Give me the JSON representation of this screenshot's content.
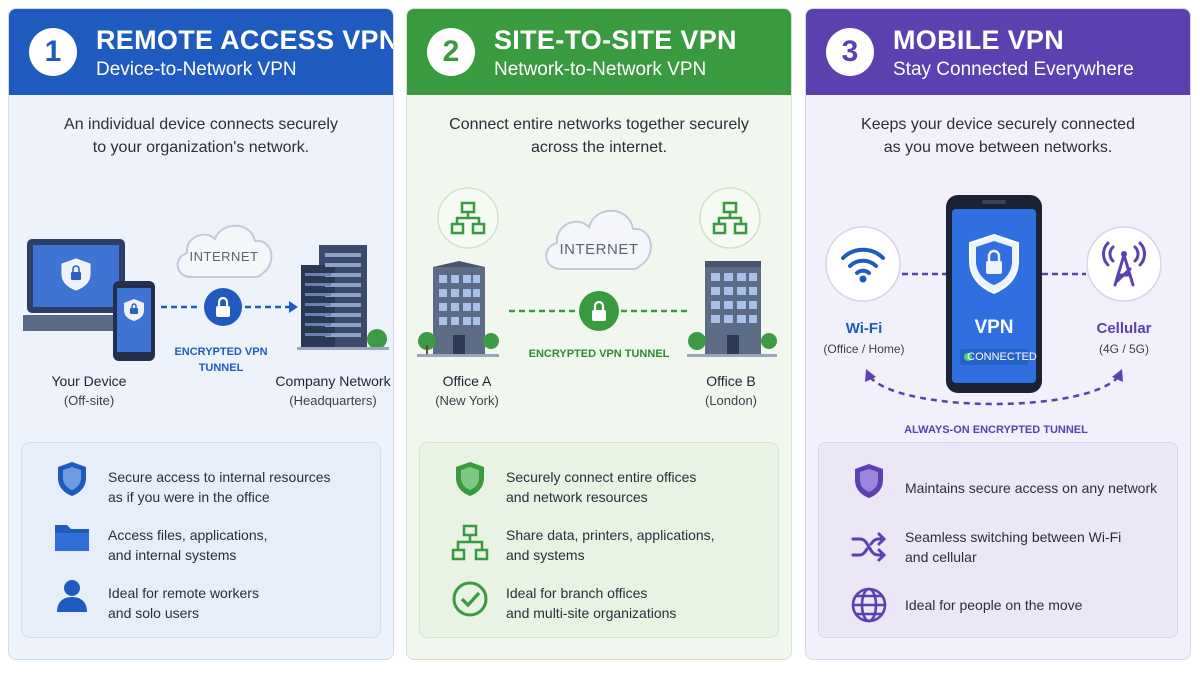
{
  "panels": [
    {
      "number": "1",
      "title": "REMOTE ACCESS VPN",
      "subtitle": "Device-to-Network VPN",
      "description": [
        "An individual device connects securely",
        "to your organization's network."
      ],
      "cloud_label": "INTERNET",
      "tunnel_label": [
        "ENCRYPTED VPN",
        "TUNNEL"
      ],
      "left_node": {
        "name": "Your Device",
        "detail": "(Off-site)"
      },
      "right_node": {
        "name": "Company Network",
        "detail": "(Headquarters)"
      },
      "features": [
        {
          "icon": "shield-icon",
          "lines": [
            "Secure access to internal resources",
            "as if you were in the office"
          ]
        },
        {
          "icon": "folder-icon",
          "lines": [
            "Access files, applications,",
            "and internal systems"
          ]
        },
        {
          "icon": "user-icon",
          "lines": [
            "Ideal for remote workers",
            "and solo users"
          ]
        }
      ]
    },
    {
      "number": "2",
      "title": "SITE-TO-SITE VPN",
      "subtitle": "Network-to-Network VPN",
      "description": [
        "Connect entire networks together securely",
        "across the internet."
      ],
      "cloud_label": "INTERNET",
      "tunnel_label": [
        "ENCRYPTED VPN TUNNEL"
      ],
      "left_node": {
        "name": "Office A",
        "detail": "(New York)"
      },
      "right_node": {
        "name": "Office B",
        "detail": "(London)"
      },
      "features": [
        {
          "icon": "shield-icon",
          "lines": [
            "Securely connect entire offices",
            "and network resources"
          ]
        },
        {
          "icon": "network-icon",
          "lines": [
            "Share data, printers, applications,",
            "and systems"
          ]
        },
        {
          "icon": "check-circle-icon",
          "lines": [
            "Ideal for branch offices",
            "and multi-site organizations"
          ]
        }
      ]
    },
    {
      "number": "3",
      "title": "MOBILE VPN",
      "subtitle": "Stay Connected Everywhere",
      "description": [
        "Keeps your device securely connected",
        "as you move between networks."
      ],
      "phone_title": "VPN",
      "phone_status": "CONNECTED",
      "tunnel_label": [
        "ALWAYS-ON ENCRYPTED TUNNEL"
      ],
      "left_node": {
        "name": "Wi-Fi",
        "detail": "(Office / Home)"
      },
      "right_node": {
        "name": "Cellular",
        "detail": "(4G / 5G)"
      },
      "features": [
        {
          "icon": "shield-icon",
          "lines": [
            "Maintains secure access on any network"
          ]
        },
        {
          "icon": "shuffle-icon",
          "lines": [
            "Seamless switching between Wi-Fi",
            "and cellular"
          ]
        },
        {
          "icon": "globe-icon",
          "lines": [
            "Ideal for people on the move"
          ]
        }
      ]
    }
  ],
  "colors": {
    "blue": "#1f5bbf",
    "green": "#3a9a3f",
    "purple": "#5b40b0"
  }
}
